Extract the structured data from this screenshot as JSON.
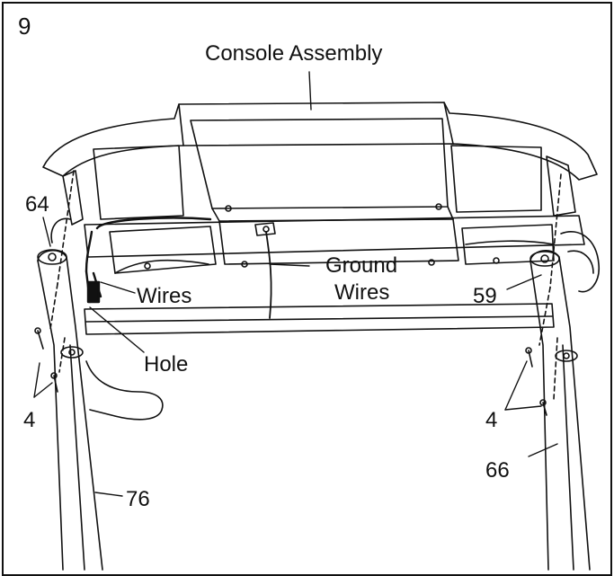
{
  "step_number": "9",
  "labels": {
    "console_assembly": "Console Assembly",
    "part_64": "64",
    "wires": "Wires",
    "hole": "Hole",
    "ground_wires_1": "Ground",
    "ground_wires_2": "Wires",
    "part_59": "59",
    "part_4_left": "4",
    "part_4_right": "4",
    "part_66": "66",
    "part_76": "76"
  },
  "colors": {
    "line": "#111111",
    "background": "#ffffff"
  }
}
